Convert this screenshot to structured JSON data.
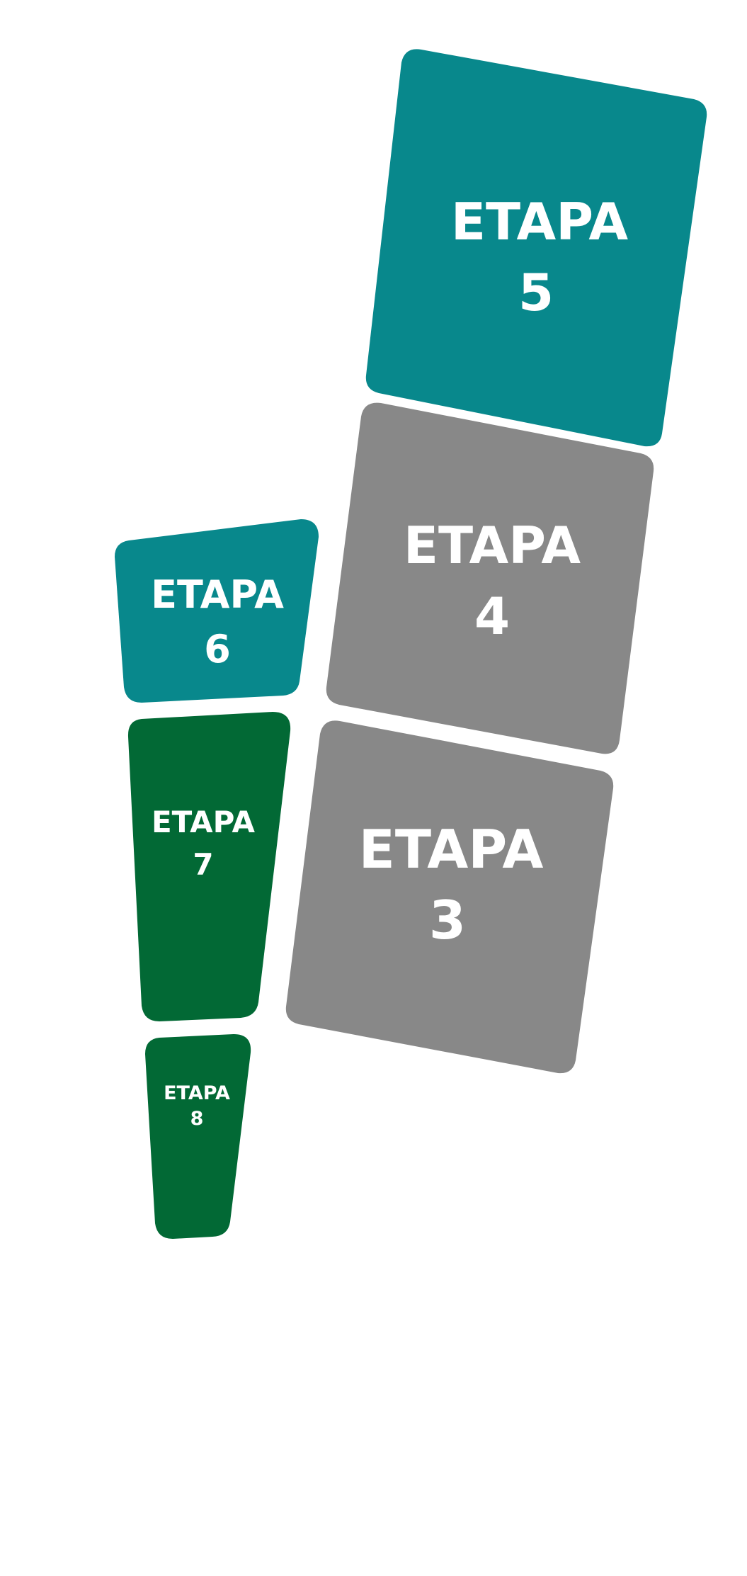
{
  "stages": [
    {
      "id": "etapa-5",
      "label": "ETAPA",
      "number": "5",
      "color": "#08888C"
    },
    {
      "id": "etapa-4",
      "label": "ETAPA",
      "number": "4",
      "color": "#888888"
    },
    {
      "id": "etapa-6",
      "label": "ETAPA",
      "number": "6",
      "color": "#08888C"
    },
    {
      "id": "etapa-7",
      "label": "ETAPA",
      "number": "7",
      "color": "#026935"
    },
    {
      "id": "etapa-3",
      "label": "ETAPA",
      "number": "3",
      "color": "#888888"
    },
    {
      "id": "etapa-8",
      "label": "ETAPA",
      "number": "8",
      "color": "#026935"
    }
  ]
}
